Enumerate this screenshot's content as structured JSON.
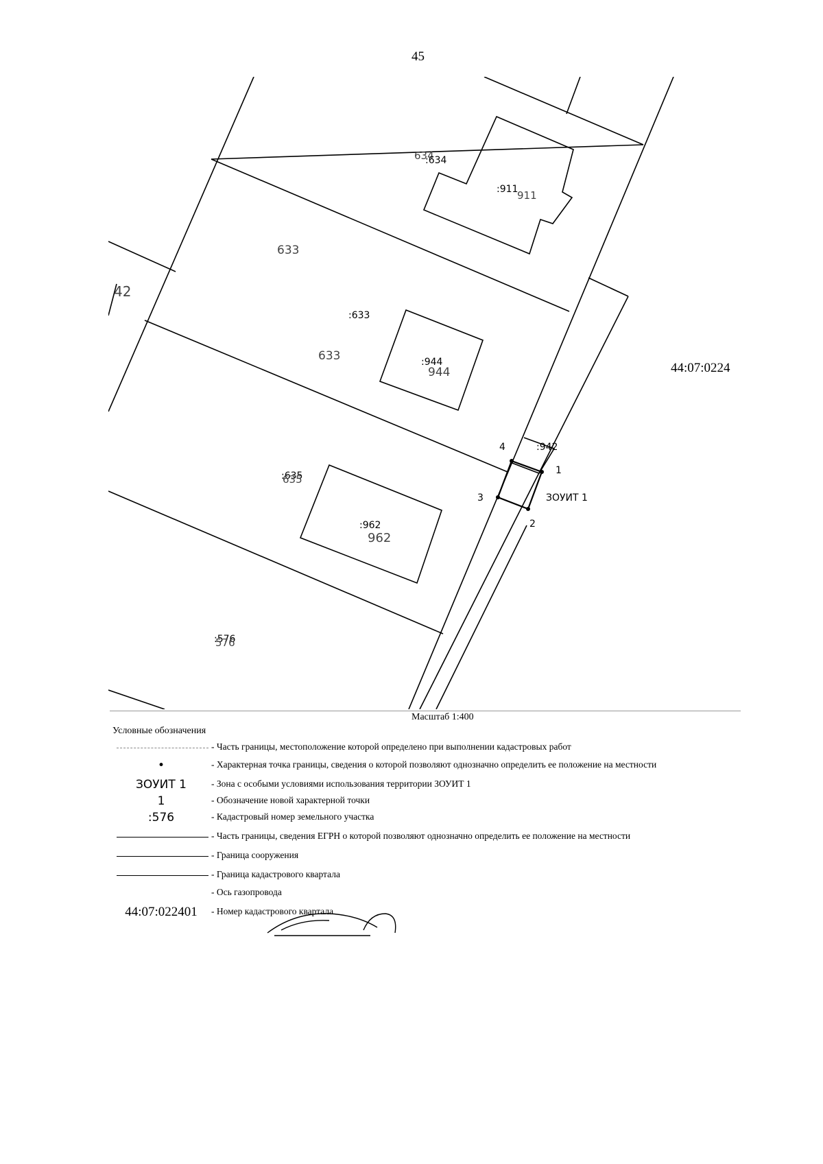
{
  "page_number": "45",
  "map": {
    "labels": {
      "parcel_634_old": "634",
      "parcel_634_new": ":634",
      "building_911_new": ":911",
      "building_911_old": "911",
      "parcel_633_old_a": "633",
      "parcel_633_new": ":633",
      "parcel_633_old_b": "633",
      "building_944_new": ":944",
      "building_944_old": "944",
      "partial_42": "42",
      "quarter_number_cut": "44:07:0224",
      "point_4": "4",
      "point_1": "1",
      "point_3": "3",
      "point_2": "2",
      "parcel_942": ":942",
      "zone_label": "ЗОУИТ 1",
      "parcel_635_new": ":635",
      "parcel_635_old": "635",
      "building_962_new": ":962",
      "building_962_old": "962",
      "parcel_576_new": ":576",
      "parcel_576_old": "576"
    }
  },
  "scale": "Масштаб 1:400",
  "legend": {
    "title": "Условные обозначения",
    "items": [
      {
        "symbol": "",
        "description": "- Часть границы, местоположение которой определено при выполнении кадастровых работ"
      },
      {
        "symbol": "•",
        "description": "- Характерная точка границы, сведения о которой позволяют однозначно определить ее положение на местности"
      },
      {
        "symbol": "ЗОУИТ 1",
        "description": "- Зона с особыми условиями использования территории ЗОУИТ 1"
      },
      {
        "symbol": "1",
        "description": "- Обозначение новой характерной точки"
      },
      {
        "symbol": ":576",
        "description": "- Кадастровый номер земельного участка"
      },
      {
        "symbol": "",
        "description": "- Часть границы, сведения ЕГРН о которой позволяют однозначно определить ее положение на местности"
      },
      {
        "symbol": "",
        "description": "- Граница сооружения"
      },
      {
        "symbol": "",
        "description": "- Граница кадастрового квартала"
      },
      {
        "symbol": "",
        "description": "- Ось газопровода"
      },
      {
        "symbol": "44:07:022401",
        "description": "- Номер кадастрового квартала"
      }
    ]
  }
}
